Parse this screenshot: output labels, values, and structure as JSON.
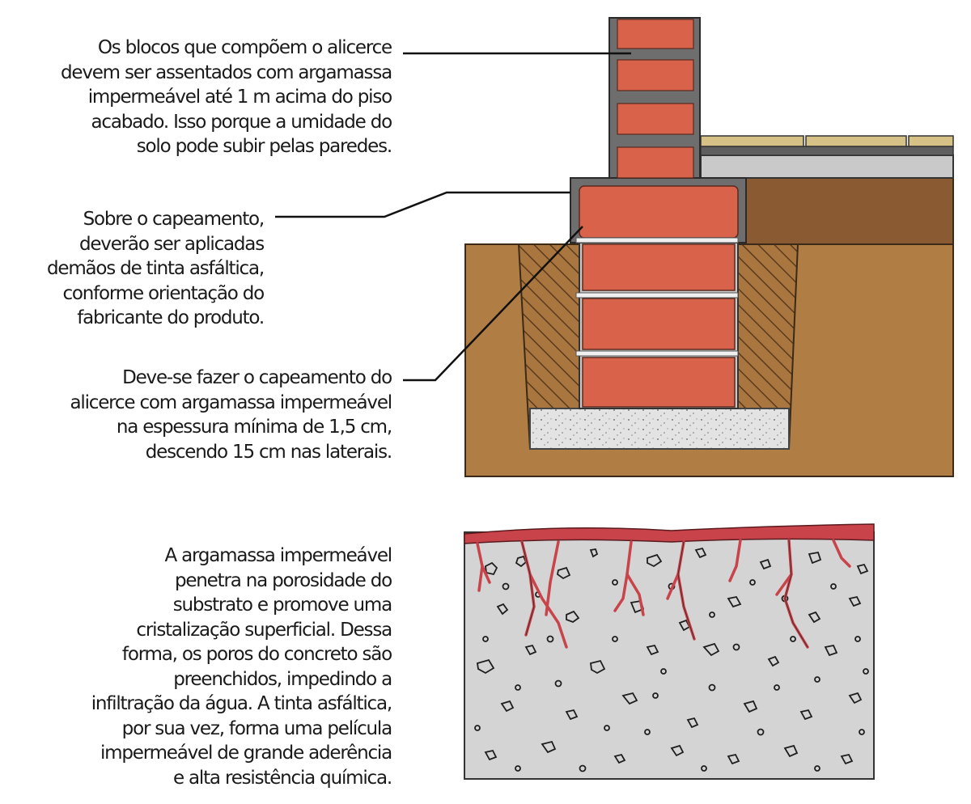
{
  "captions": {
    "blocks": [
      "Os blocos que compõem o alicerce",
      "devem ser assentados com argamassa",
      "impermeável até 1 m acima do piso",
      "acabado. Isso porque a umidade do",
      "solo pode subir pelas paredes."
    ],
    "over_capping": [
      "Sobre o capeamento,",
      "deverão ser aplicadas",
      "demãos de tinta asfáltica,",
      "conforme orientação do",
      "fabricante do produto."
    ],
    "capping": [
      "Deve-se fazer o capeamento do",
      "alicerce com argamassa impermeável",
      "na espessura mínima de 1,5 cm,",
      "descendo 15 cm nas laterais."
    ],
    "mortar": [
      "A argamassa impermeável",
      "penetra na porosidade do",
      "substrato e promove uma",
      "cristalização superficial. Dessa",
      "forma, os poros do concreto são",
      "preenchidos, impedindo a",
      "infiltração da água. A tinta asfáltica,",
      "por sua vez, forma uma película",
      "impermeável de grande aderência",
      "e alta resistência química."
    ]
  },
  "colors": {
    "soil": "#b07d45",
    "soil_dark": "#8a5a33",
    "brick": "#d9634a",
    "mortar_gray": "#6e6e6e",
    "concrete": "#d4d4d4",
    "asphalt_paint": "#c9434b",
    "floor_tile": "#d6c286"
  }
}
